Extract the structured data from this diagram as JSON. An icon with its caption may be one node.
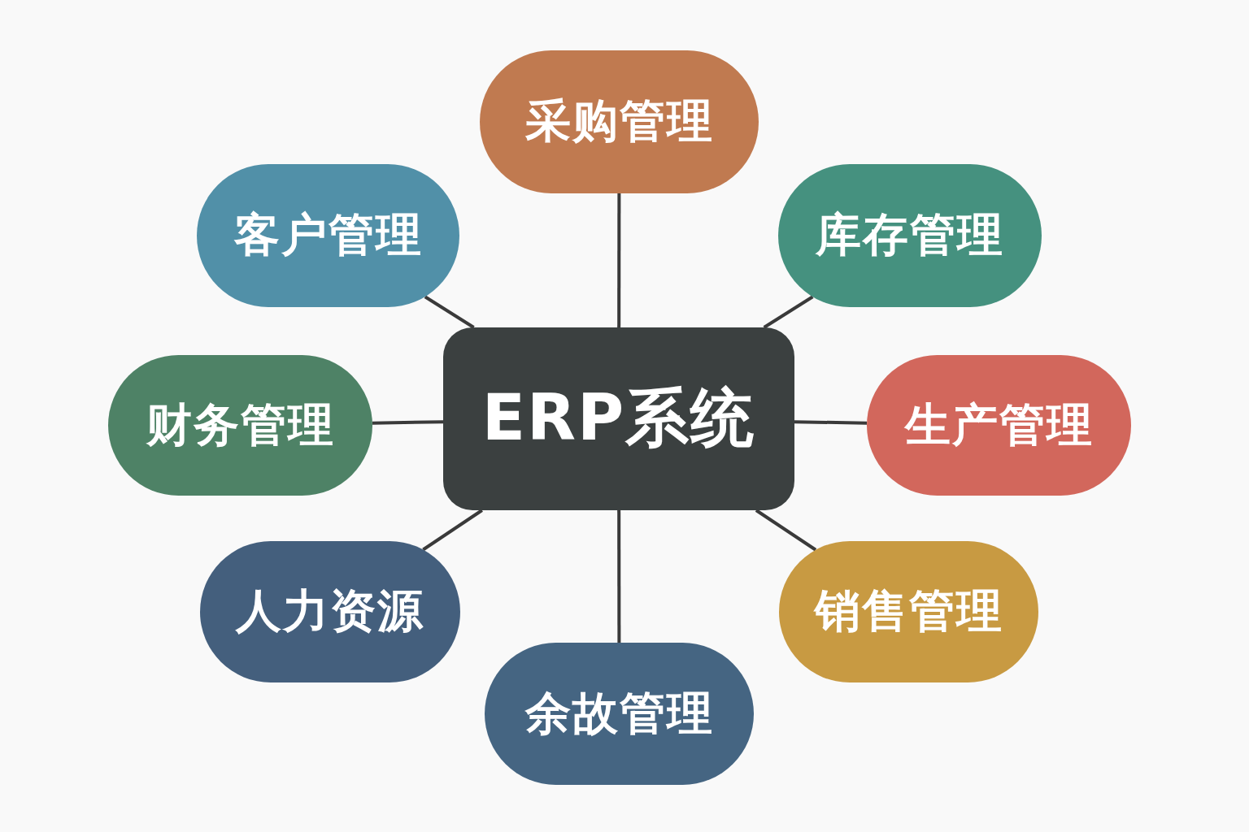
{
  "diagram": {
    "nodes": [
      {
        "text": [
          "ERP系统"
        ]
      },
      {
        "text": [
          "采购管理"
        ]
      },
      {
        "text": [
          "客户管理"
        ]
      },
      {
        "text": [
          "库存管理"
        ]
      },
      {
        "text": [
          "财务管理"
        ]
      },
      {
        "text": [
          "生产管理"
        ]
      },
      {
        "text": [
          "人力资源"
        ]
      },
      {
        "text": [
          "销售管理"
        ]
      },
      {
        "text": [
          "余故管理"
        ]
      }
    ],
    "edges": [
      {
        "from": 0,
        "to": 1,
        "arrow": "none"
      },
      {
        "from": 0,
        "to": 2,
        "arrow": "none"
      },
      {
        "from": 0,
        "to": 3,
        "arrow": "none"
      },
      {
        "from": 0,
        "to": 4,
        "arrow": "none"
      },
      {
        "from": 0,
        "to": 5,
        "arrow": "none"
      },
      {
        "from": 0,
        "to": 6,
        "arrow": "none"
      },
      {
        "from": 0,
        "to": 7,
        "arrow": "none"
      },
      {
        "from": 0,
        "to": 8,
        "arrow": "none"
      }
    ]
  }
}
